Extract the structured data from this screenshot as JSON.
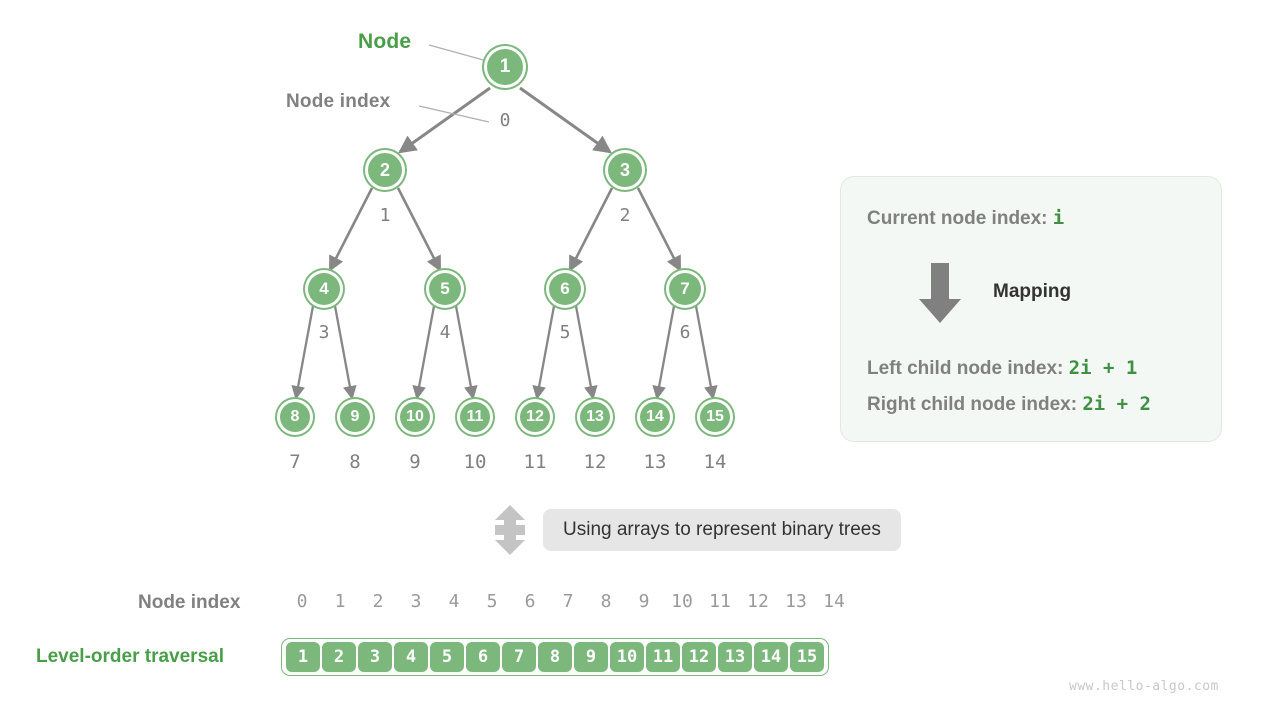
{
  "annotations": {
    "node_label": "Node",
    "node_index_label": "Node index"
  },
  "colors": {
    "node_green": "#7cb87c",
    "label_green": "#4a9e4a",
    "formula_green": "#3e9142",
    "gray_text": "#808080",
    "edge_gray": "#878787",
    "panel_bg": "#f4f8f4",
    "box_gray": "#e6e6e6",
    "arrow_gray": "#c4c4c4"
  },
  "tree": {
    "levels": [
      {
        "values": [
          "1"
        ],
        "indices": [
          "0"
        ]
      },
      {
        "values": [
          "2",
          "3"
        ],
        "indices": [
          "1",
          "2"
        ]
      },
      {
        "values": [
          "4",
          "5",
          "6",
          "7"
        ],
        "indices": [
          "3",
          "4",
          "5",
          "6"
        ]
      },
      {
        "values": [
          "8",
          "9",
          "10",
          "11",
          "12",
          "13",
          "14",
          "15"
        ],
        "indices": [
          "7",
          "8",
          "9",
          "10",
          "11",
          "12",
          "13",
          "14"
        ]
      }
    ]
  },
  "mapping_panel": {
    "current_prefix": "Current node index: ",
    "current_value": "i",
    "mapping_label": "Mapping",
    "left_prefix": "Left child node index: ",
    "left_value": "2i + 1",
    "right_prefix": "Right child node index: ",
    "right_value": "2i + 2"
  },
  "separator": {
    "caption": "Using arrays to represent binary trees"
  },
  "array_section": {
    "index_label": "Node index",
    "traversal_label": "Level-order traversal",
    "indices": [
      "0",
      "1",
      "2",
      "3",
      "4",
      "5",
      "6",
      "7",
      "8",
      "9",
      "10",
      "11",
      "12",
      "13",
      "14"
    ],
    "values": [
      "1",
      "2",
      "3",
      "4",
      "5",
      "6",
      "7",
      "8",
      "9",
      "10",
      "11",
      "12",
      "13",
      "14",
      "15"
    ]
  },
  "watermark": "www.hello-algo.com"
}
